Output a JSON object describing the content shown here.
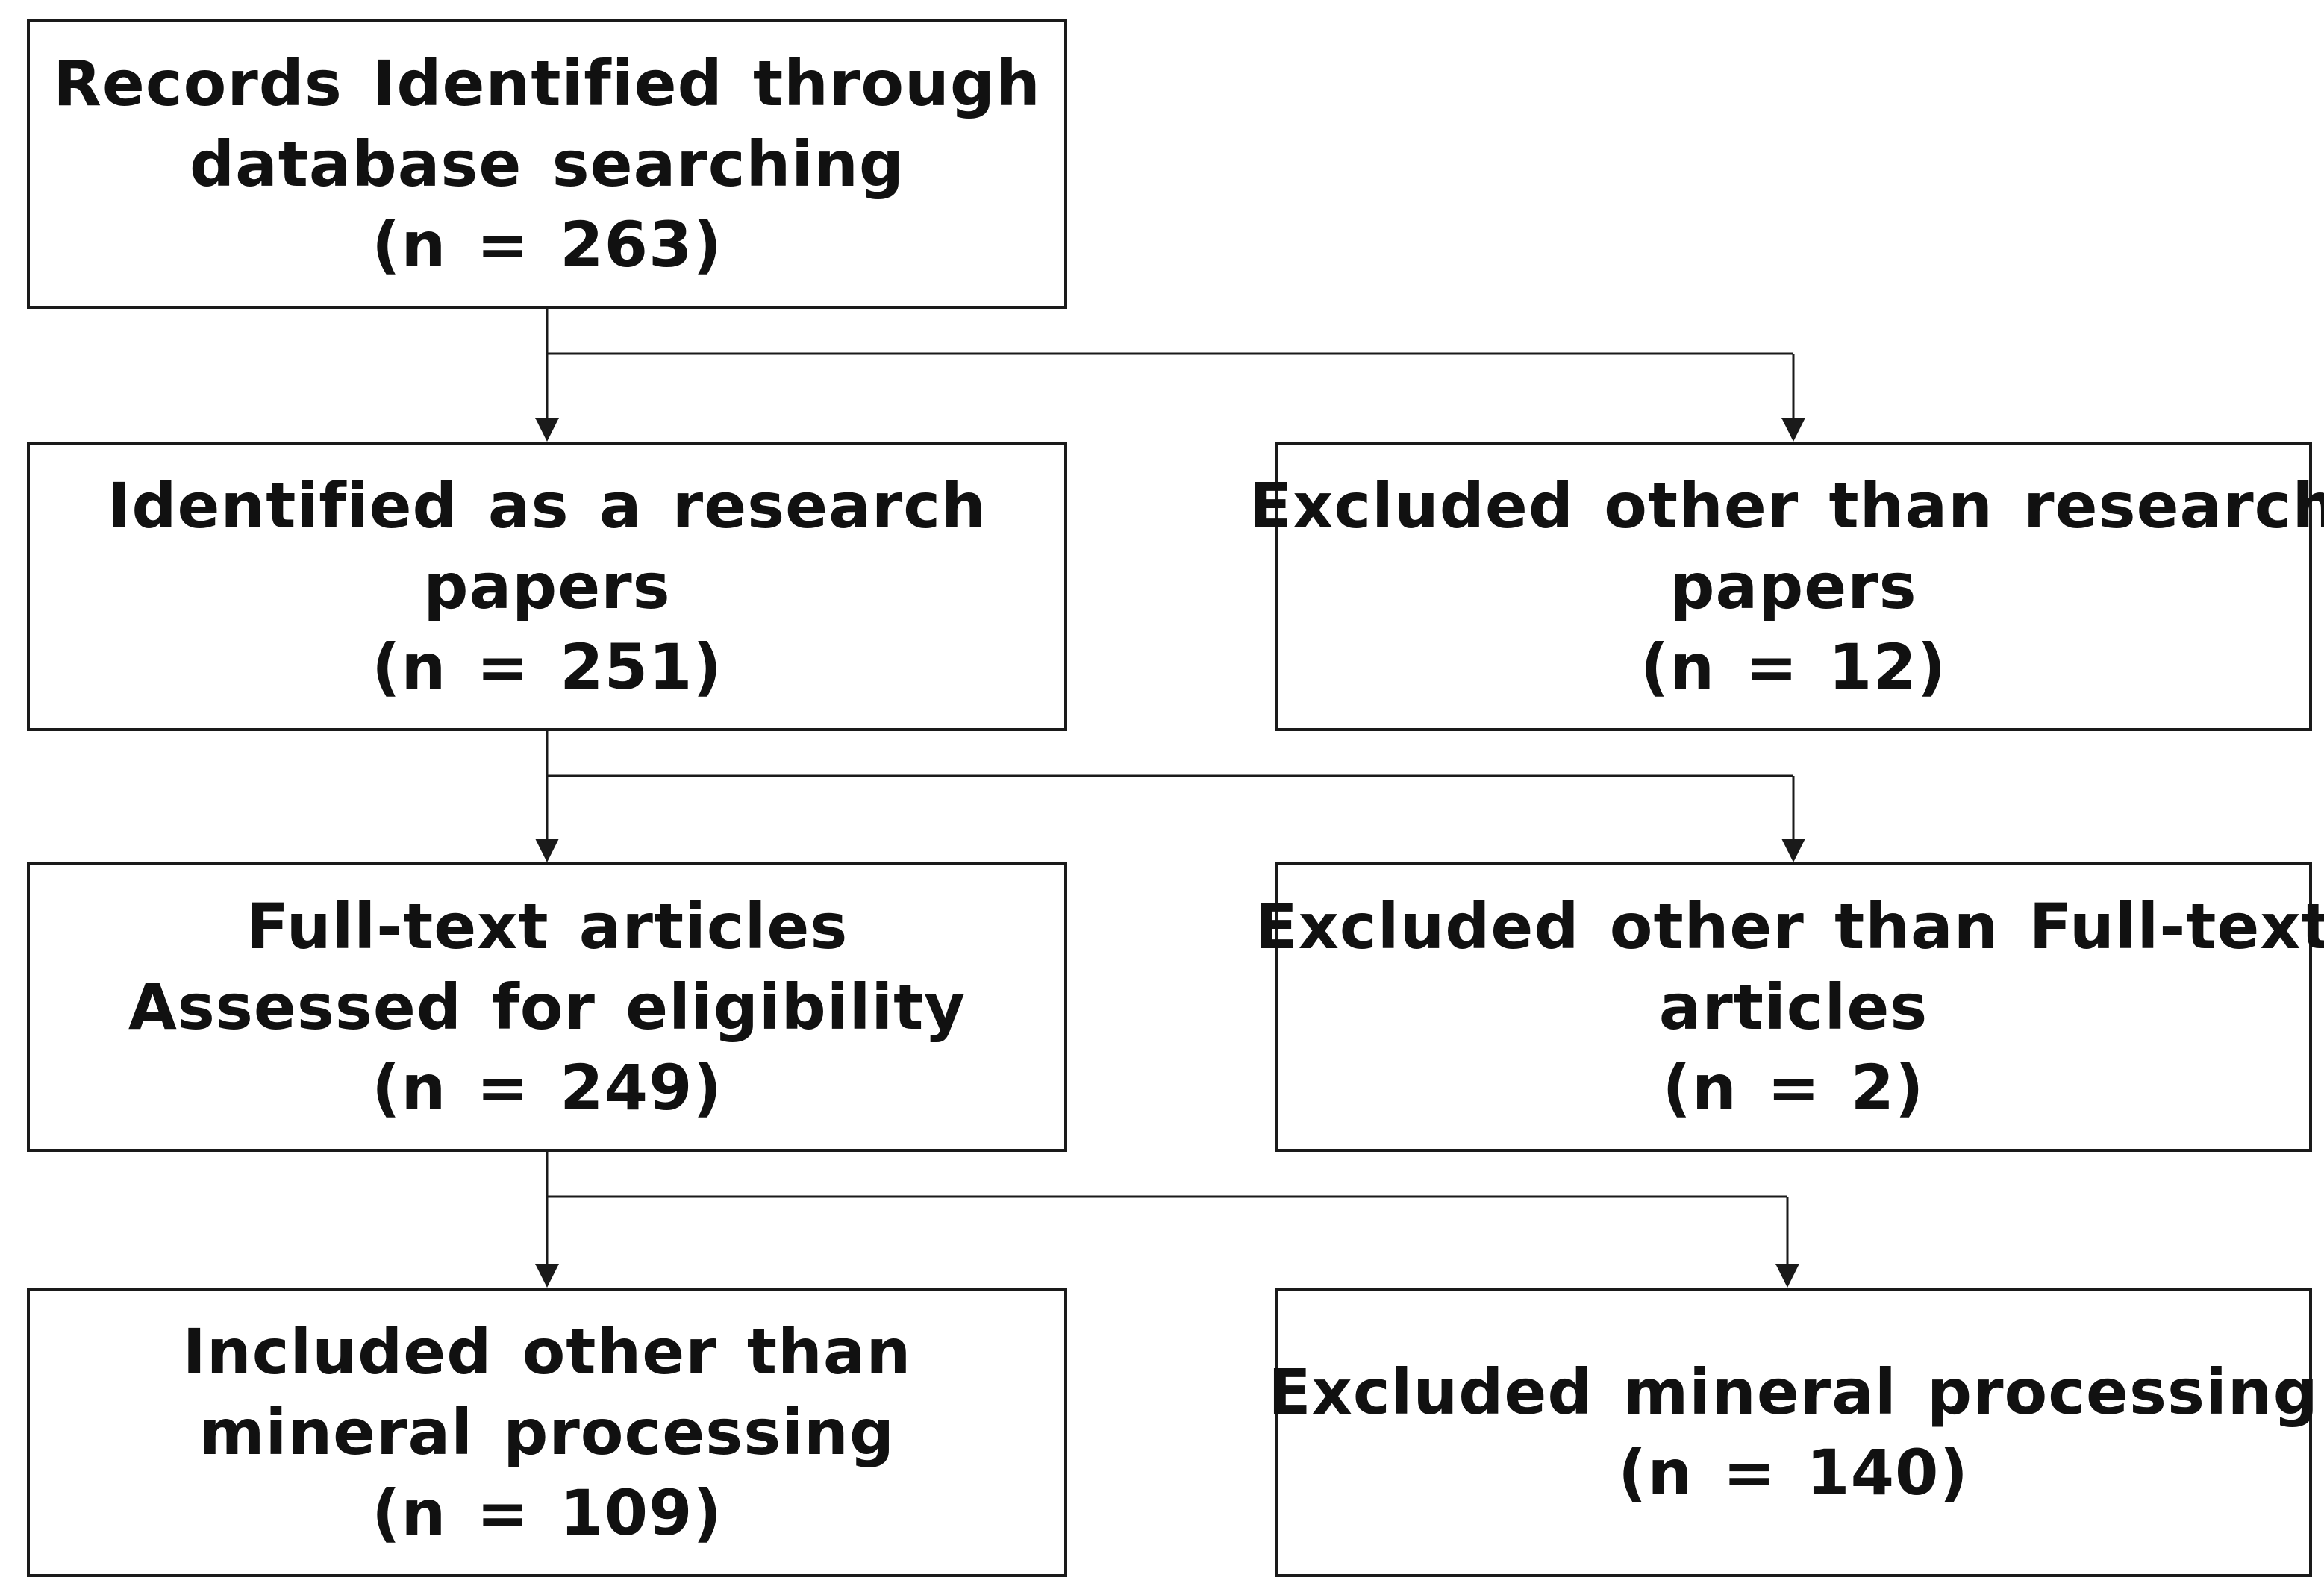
{
  "boxes": {
    "records": {
      "lines": [
        "Records Identified through",
        "database searching",
        "(n = 263)"
      ]
    },
    "research": {
      "lines": [
        "Identified as a research",
        "papers",
        "(n = 251)"
      ]
    },
    "excluded_research": {
      "lines": [
        "Excluded other than research",
        "papers",
        "(n = 12)"
      ]
    },
    "fulltext": {
      "lines": [
        "Full-text articles",
        "Assessed for eligibility",
        "(n = 249)"
      ]
    },
    "excluded_fulltext": {
      "lines": [
        "Excluded other than Full-text",
        "articles",
        "(n = 2)"
      ]
    },
    "included": {
      "lines": [
        "Included other than",
        "mineral processing",
        "(n = 109)"
      ]
    },
    "excluded_mineral": {
      "lines": [
        "Excluded mineral processing",
        "(n = 140)"
      ]
    }
  },
  "colors": {
    "stroke": "#1a1a1a",
    "text": "#111111",
    "background": "#ffffff"
  }
}
